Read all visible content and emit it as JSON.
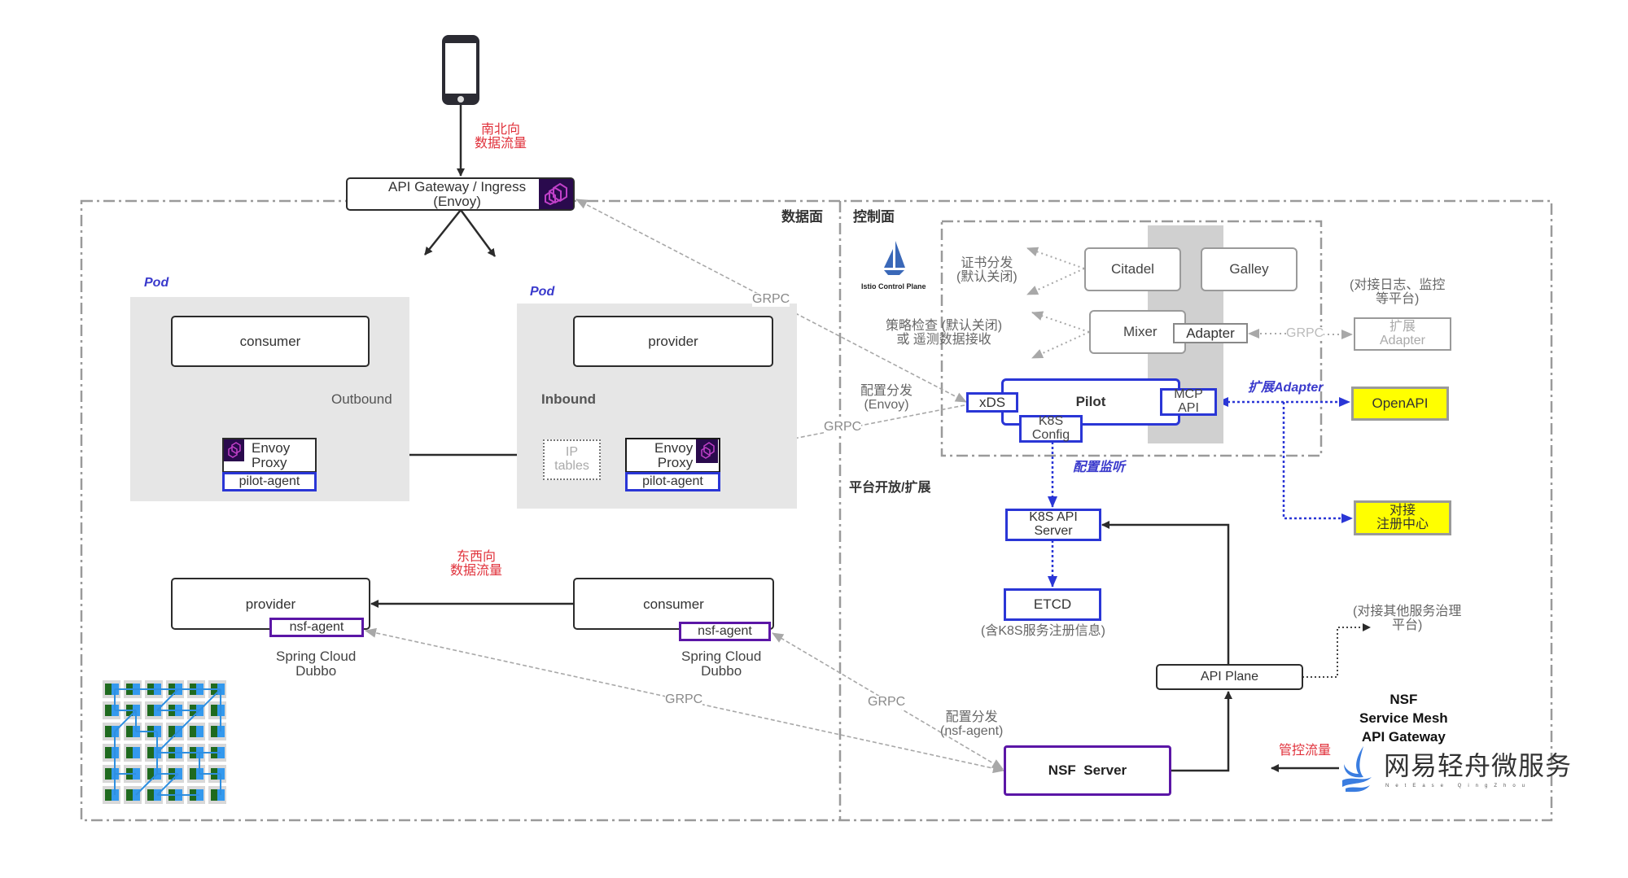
{
  "gateway": {
    "label_line1": "API Gateway / Ingress",
    "label_line2": "(Envoy)"
  },
  "north_south": {
    "line1": "南北向",
    "line2": "数据流量"
  },
  "east_west": {
    "line1": "东西向",
    "line2": "数据流量"
  },
  "sections": {
    "data_plane": "数据面",
    "control_plane": "控制面",
    "platform": "平台开放/扩展"
  },
  "pods": [
    {
      "label": "Pod",
      "app": "consumer",
      "direction": "Outbound",
      "proxy_line1": "Envoy",
      "proxy_line2": "Proxy",
      "agent": "pilot-agent"
    },
    {
      "label": "Pod",
      "app": "provider",
      "direction": "Inbound",
      "proxy_line1": "Envoy",
      "proxy_line2": "Proxy",
      "agent": "pilot-agent",
      "iptables_line1": "IP",
      "iptables_line2": "tables"
    }
  ],
  "grpc_label": "GRPC",
  "istio": {
    "logo_caption": "Istio Control Plane",
    "citadel": "Citadel",
    "galley": "Galley",
    "mixer": "Mixer",
    "adapter": "Adapter",
    "pilot": "Pilot",
    "xds": "xDS",
    "k8s_config_line1": "K8S",
    "k8s_config_line2": "Config",
    "mcp_line1": "MCP",
    "mcp_line2": "API",
    "cert_line1": "证书分发",
    "cert_line2": "(默认关闭)",
    "policy_line1": "策略检查 (默认关闭)",
    "policy_line2": "或 遥测数据接收",
    "config_dist_line1": "配置分发",
    "config_dist_line2": "(Envoy)"
  },
  "external": {
    "log_platform_line1": "(对接日志、监控",
    "log_platform_line2": "等平台)",
    "ext_adapter_line1": "扩展",
    "ext_adapter_line2": "Adapter",
    "ext_adapter_link": "扩展Adapter",
    "openapi": "OpenAPI",
    "registry_line1": "对接",
    "registry_line2": "注册中心",
    "config_watch": "配置监听",
    "other_gov_line1": "(对接其他服务治理",
    "other_gov_line2": "平台)"
  },
  "k8s": {
    "api_server_line1": "K8S API",
    "api_server_line2": "Server",
    "etcd": "ETCD",
    "etcd_note": "(含K8S服务注册信息)"
  },
  "nsf": {
    "provider": "provider",
    "consumer": "consumer",
    "agent": "nsf-agent",
    "framework_line1": "Spring Cloud",
    "framework_line2": "Dubbo",
    "config_dist_line1": "配置分发",
    "config_dist_line2": "(nsf-agent)",
    "server": "NSF  Server",
    "api_plane": "API Plane",
    "control_traffic": "管控流量"
  },
  "brand": {
    "title_line1": "NSF",
    "title_line2": "Service Mesh",
    "title_line3": "API Gateway",
    "logo_text": "网易轻舟微服务",
    "logo_sub": "NetEase QingZhou"
  },
  "colors": {
    "blue": "#2a36d6",
    "purple": "#5b16a6",
    "red": "#e0303a",
    "yellow": "#ffff00",
    "envoy": "#2a0a4d"
  }
}
